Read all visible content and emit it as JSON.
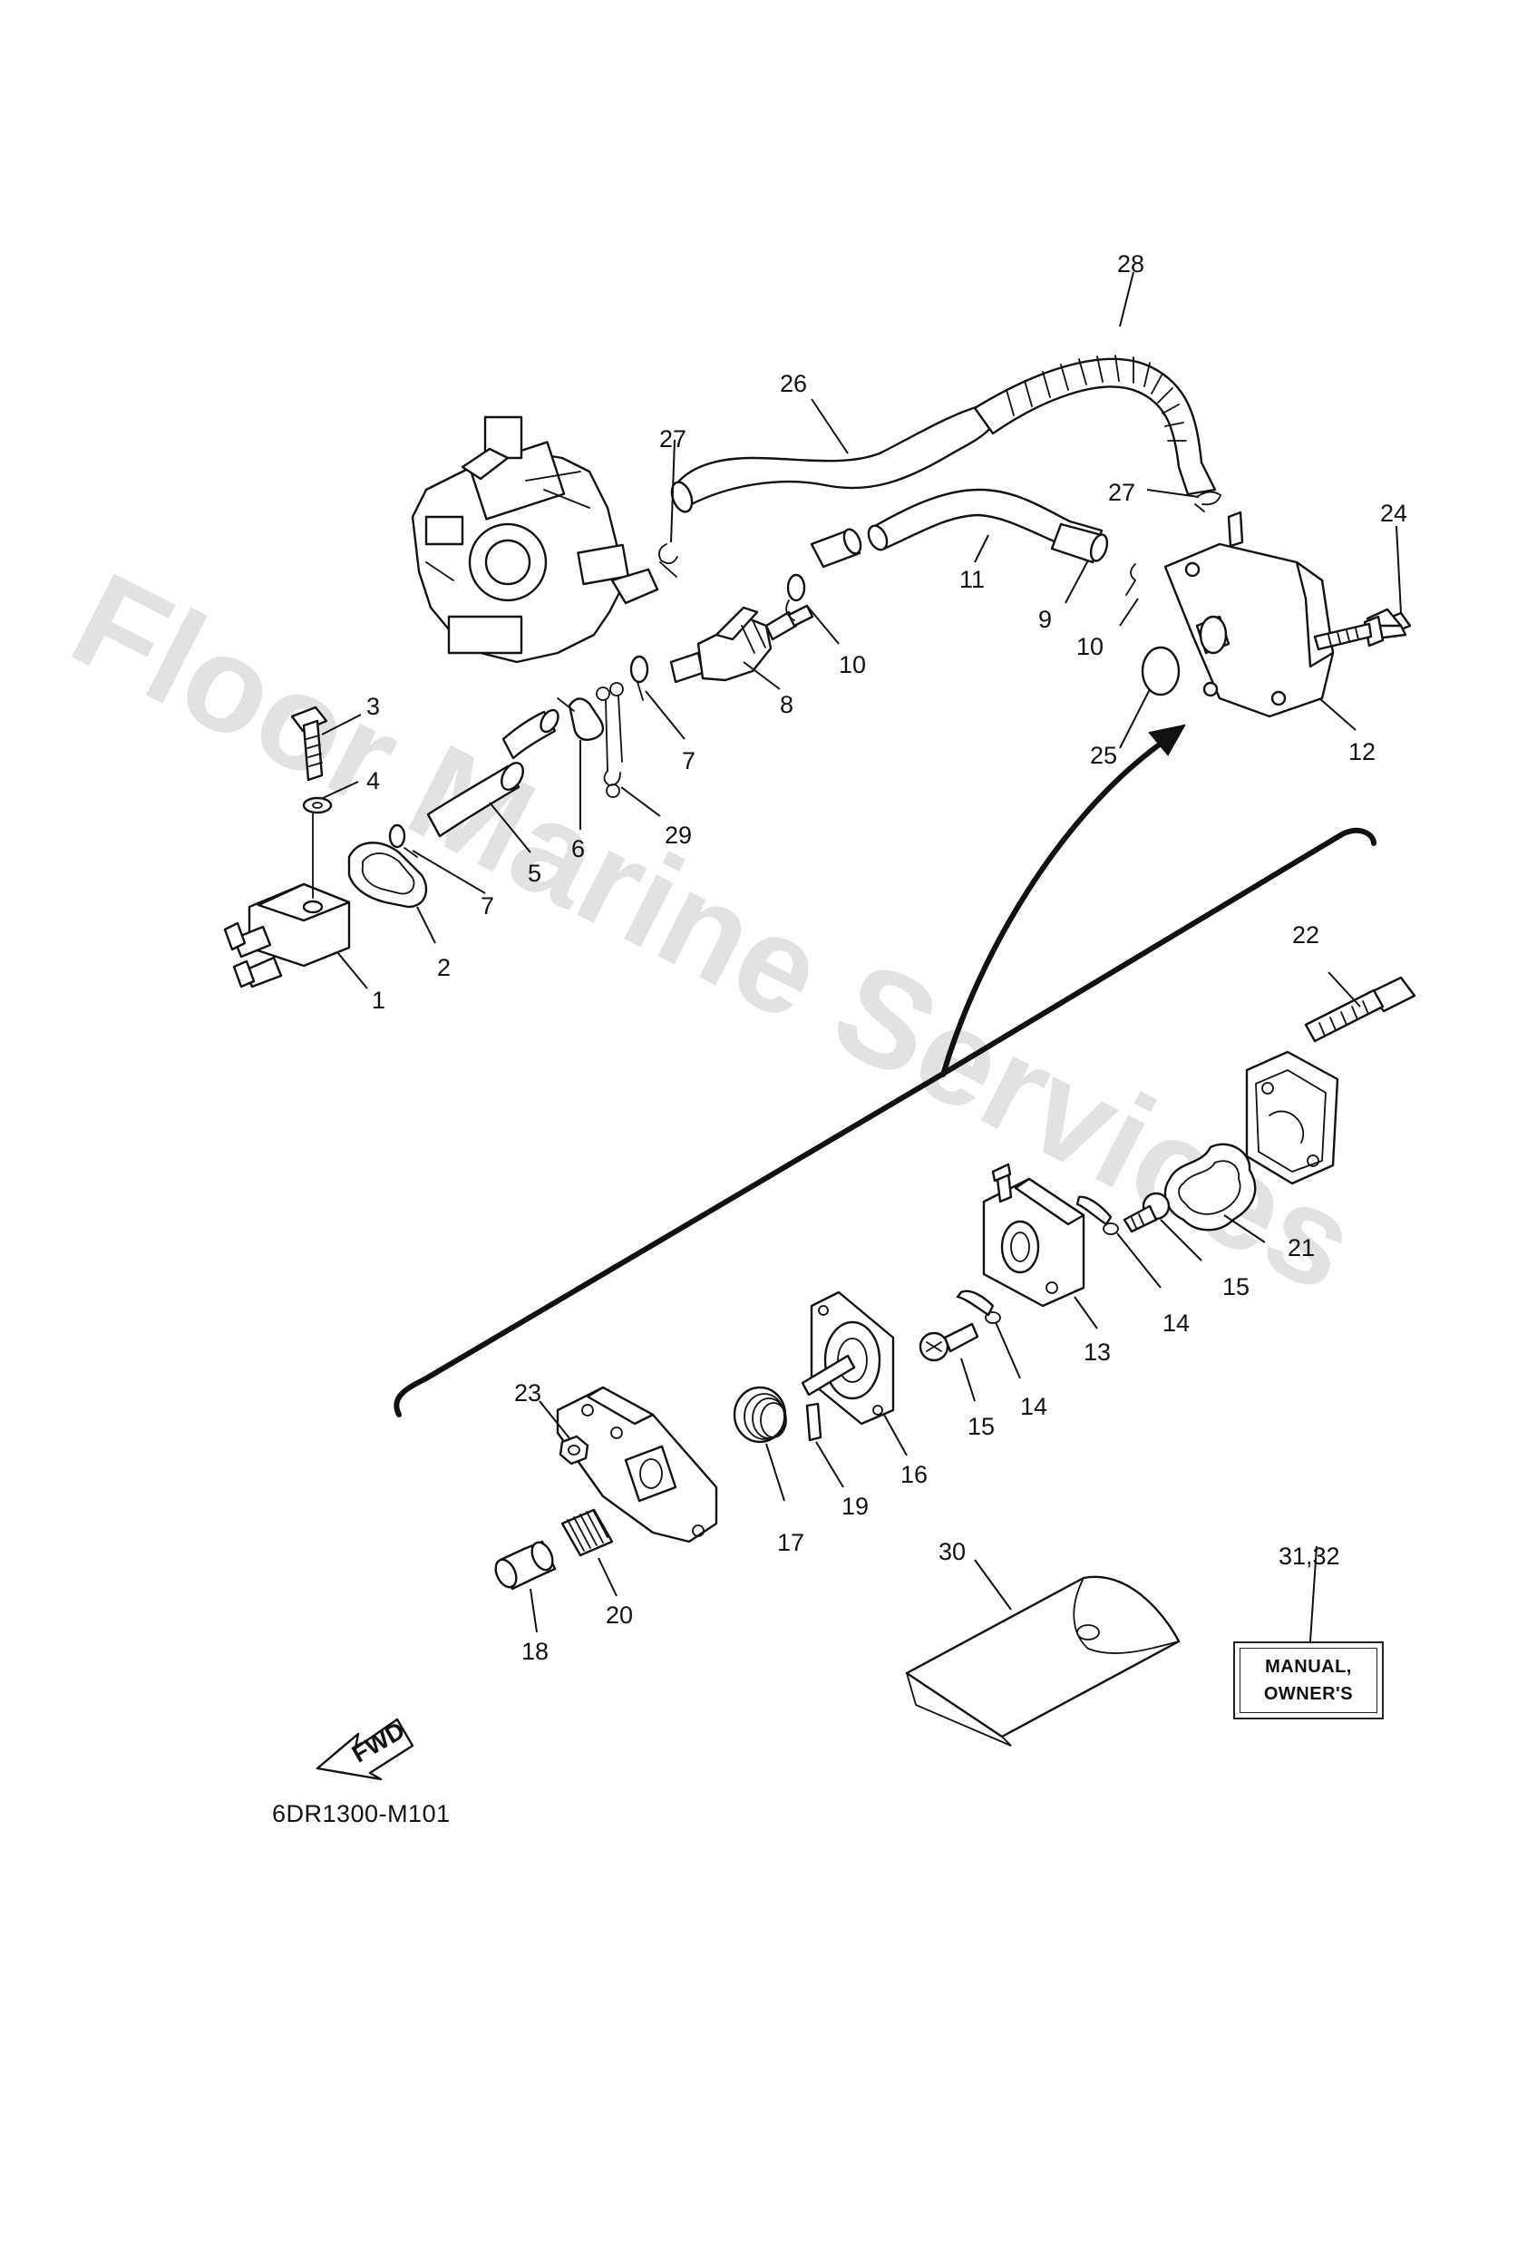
{
  "watermark": "Floor Marine Services",
  "diagram_code": "6DR1300-M101",
  "fwd_label": "FWD",
  "manual_box": {
    "line1": "MANUAL,",
    "line2": "OWNER'S"
  },
  "callouts": [
    {
      "id": "c1",
      "label": "1"
    },
    {
      "id": "c2",
      "label": "2"
    },
    {
      "id": "c3",
      "label": "3"
    },
    {
      "id": "c4",
      "label": "4"
    },
    {
      "id": "c5",
      "label": "5"
    },
    {
      "id": "c6",
      "label": "6"
    },
    {
      "id": "c7a",
      "label": "7"
    },
    {
      "id": "c7b",
      "label": "7"
    },
    {
      "id": "c8",
      "label": "8"
    },
    {
      "id": "c9",
      "label": "9"
    },
    {
      "id": "c10a",
      "label": "10"
    },
    {
      "id": "c10b",
      "label": "10"
    },
    {
      "id": "c11",
      "label": "11"
    },
    {
      "id": "c12",
      "label": "12"
    },
    {
      "id": "c13",
      "label": "13"
    },
    {
      "id": "c14a",
      "label": "14"
    },
    {
      "id": "c14b",
      "label": "14"
    },
    {
      "id": "c15a",
      "label": "15"
    },
    {
      "id": "c15b",
      "label": "15"
    },
    {
      "id": "c16",
      "label": "16"
    },
    {
      "id": "c17",
      "label": "17"
    },
    {
      "id": "c18",
      "label": "18"
    },
    {
      "id": "c19",
      "label": "19"
    },
    {
      "id": "c20",
      "label": "20"
    },
    {
      "id": "c21",
      "label": "21"
    },
    {
      "id": "c22",
      "label": "22"
    },
    {
      "id": "c23",
      "label": "23"
    },
    {
      "id": "c24",
      "label": "24"
    },
    {
      "id": "c25",
      "label": "25"
    },
    {
      "id": "c26",
      "label": "26"
    },
    {
      "id": "c27a",
      "label": "27"
    },
    {
      "id": "c27b",
      "label": "27"
    },
    {
      "id": "c28",
      "label": "28"
    },
    {
      "id": "c29",
      "label": "29"
    },
    {
      "id": "c30",
      "label": "30"
    },
    {
      "id": "c3132",
      "label": "31,32"
    }
  ]
}
